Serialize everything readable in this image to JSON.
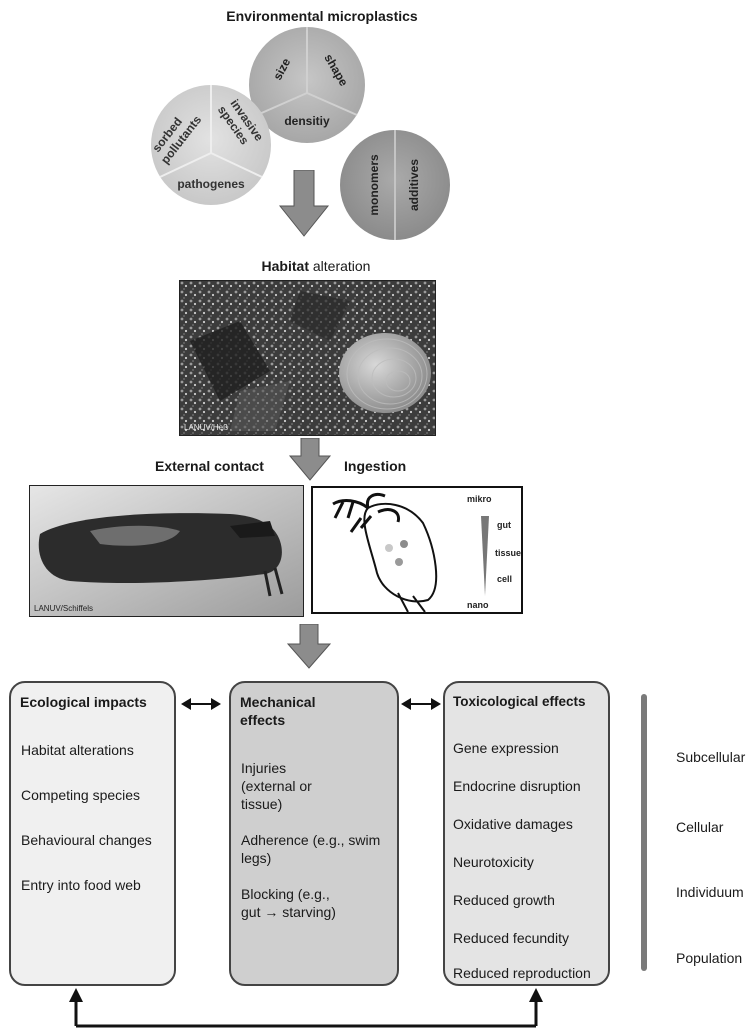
{
  "top": {
    "title": "Environmental microplastics",
    "properties": {
      "size": "size",
      "shape": "shape",
      "density": "densitiy"
    },
    "associated": {
      "sorbed": "sorbed\npollutants",
      "invasive": "invasive\nspecies",
      "pathogens": "pathogenes"
    },
    "chemicals": {
      "monomers": "monomers",
      "additives": "additives"
    }
  },
  "habitat": {
    "title_bold": "Habitat",
    "title_rest": " alteration",
    "credit": "LANUV/Heß"
  },
  "exposure": {
    "external": "External contact",
    "ingestion": "Ingestion",
    "credit": "LANUV/Schiffels",
    "ingestion_scale": {
      "top": "mikro",
      "gut": "gut",
      "tissue": "tissue",
      "cell": "cell",
      "bottom": "nano"
    }
  },
  "effects": {
    "ecological": {
      "title": "Ecological impacts",
      "items": [
        "Habitat alterations",
        "Competing species",
        "Behavioural changes",
        "Entry into food web"
      ]
    },
    "mechanical": {
      "title": "Mechanical effects",
      "items": [
        "Injuries (external or tissue)",
        "Adherence (e.g., swim legs)",
        "Blocking (e.g., gut → starving)"
      ]
    },
    "toxicological": {
      "title": "Toxicological effects",
      "items": [
        "Gene expression",
        "Endocrine disruption",
        "Oxidative damages",
        "Neurotoxicity",
        "Reduced growth",
        "Reduced fecundity",
        "Reduced reproduction"
      ]
    }
  },
  "levels": [
    "Subcellular",
    "Cellular",
    "Individuum",
    "Population"
  ],
  "colors": {
    "circle_props": "#b4b4b4",
    "circle_assoc": "#d6d6d6",
    "circle_chem": "#9a9a9a",
    "arrow": "#8c8c8c",
    "box_left": "#f0f0f0",
    "box_mid": "#cfcfcf",
    "box_right": "#e4e4e4"
  }
}
